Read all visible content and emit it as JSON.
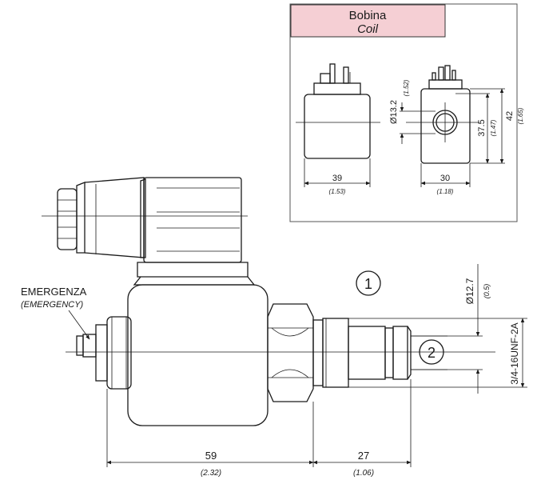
{
  "inset": {
    "title": "Bobina",
    "subtitle": "Coil",
    "header_color": "#f5cfd4",
    "dims": {
      "width": "39",
      "width_in": "(1.53)",
      "diameter": "Ø13.2",
      "diameter_in": "(1.52)",
      "side_width": "30",
      "side_width_in": "(1.18)",
      "inner_h": "37.5",
      "inner_h_in": "(1.47)",
      "outer_h": "42",
      "outer_h_in": "(1.65)"
    }
  },
  "main": {
    "emergency_label": "EMERGENZA",
    "emergency_label_en": "(EMERGENCY)",
    "port1": "1",
    "port2": "2",
    "diameter": "Ø12.7",
    "diameter_in": "(0.5)",
    "thread": "3/4-16UNF-2A",
    "length_body": "59",
    "length_body_in": "(2.32)",
    "length_cart": "27",
    "length_cart_in": "(1.06)"
  }
}
